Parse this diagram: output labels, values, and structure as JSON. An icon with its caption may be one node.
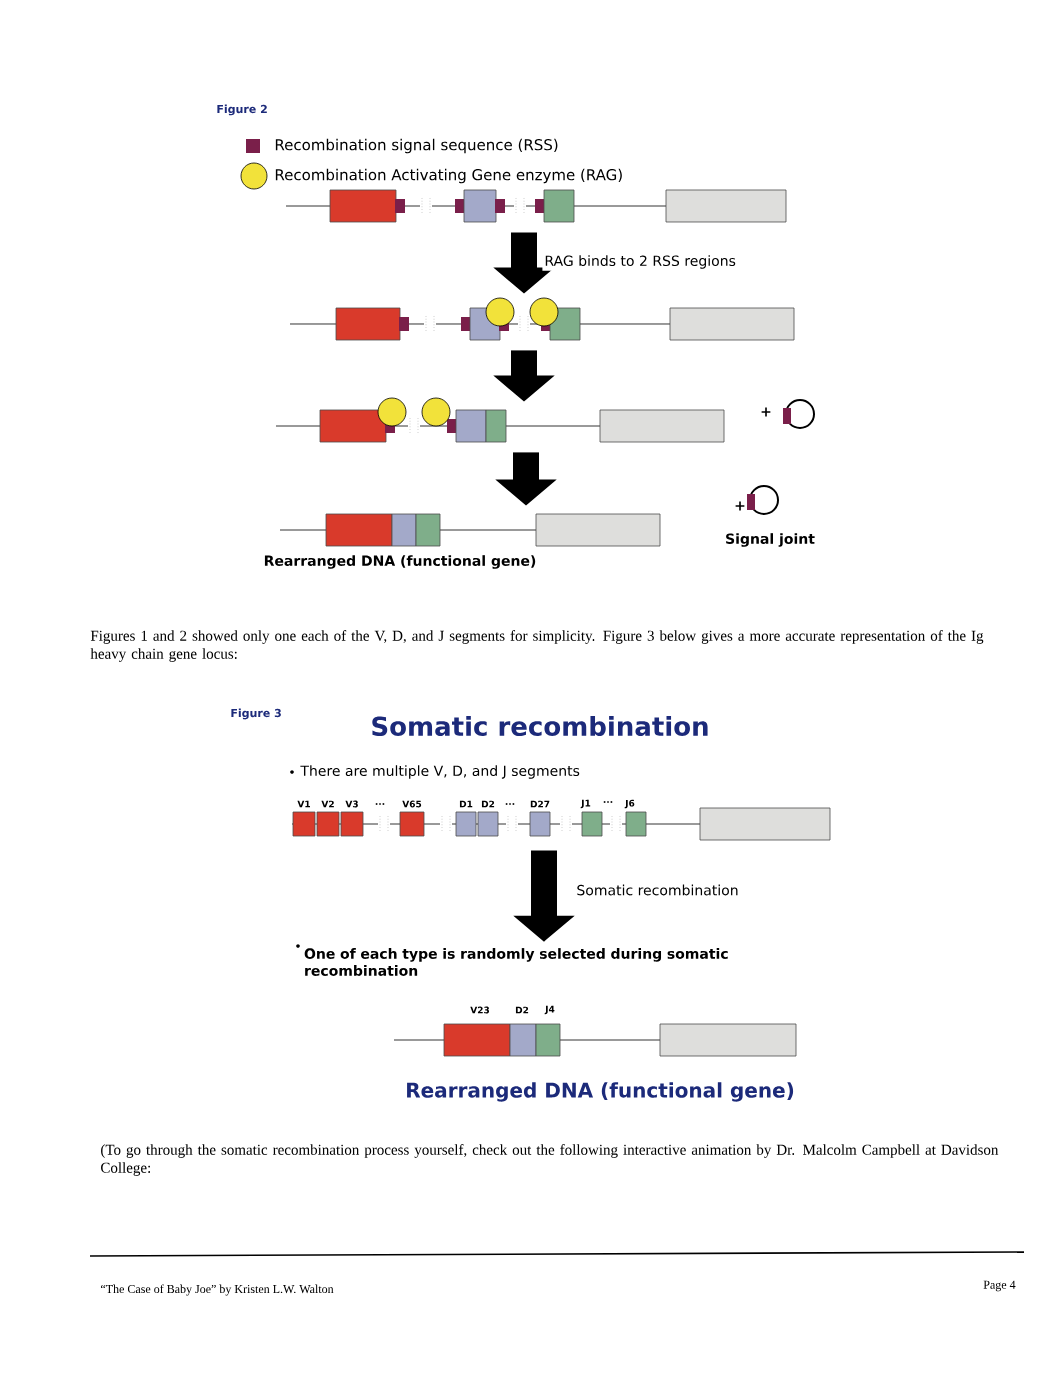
{
  "diagram": {
    "nodes": [
      {
        "text": [],
        "shape": "bar"
      },
      {
        "text": [],
        "shape": "bar"
      },
      {
        "text": [],
        "shape": "bar"
      },
      {
        "text": [],
        "shape": "bar",
        "beside": [
          "Rearranged DNA (functional gene)"
        ]
      },
      {
        "text": [],
        "shape": "bar"
      },
      {
        "text": [
          "One of each type is randomly selected during somatic recombination"
        ]
      },
      {
        "text": [],
        "shape": "bar",
        "beside": [
          "Rearranged DNA (functional gene)"
        ]
      }
    ],
    "edges": [
      {
        "from": 0,
        "to": 1,
        "arrow": "to",
        "label": "RAG binds to 2 RSS regions"
      },
      {
        "from": 1,
        "to": 2,
        "arrow": "to"
      },
      {
        "from": 2,
        "to": 3,
        "arrow": "to"
      },
      {
        "from": 4,
        "to": 5,
        "arrow": "to",
        "label": "Somatic recombination"
      }
    ],
    "labels": [
      "Figure 2",
      "+",
      "+",
      "Signal joint",
      "Figures 1 and 2 showed only one each of the V, D, and J segments for simplicity. Figure 3 below gives a more accurate representation of the Ig heavy chain gene locus:",
      "Figure 3",
      "Somatic recombination",
      "There are multiple V, D, and J segments",
      "V1",
      "V2",
      "V3",
      "...",
      "V65",
      "D1",
      "D2",
      "...",
      "D27",
      "J1",
      "...",
      "J6",
      "V23",
      "D2",
      "J4",
      "(To go through the somatic recombination process yourself, check out the following interactive animation by Dr. Malcolm Campbell at Davidson College:",
      "“The Case of Baby Joe” by Kristen L.W. Walton",
      "Page 4"
    ],
    "legend": [
      {
        "text": "Recombination signal sequence (RSS)",
        "color": "#7a1f4a"
      },
      {
        "text": "Recombination Activating Gene enzyme (RAG)",
        "color": "#f2e23a"
      }
    ]
  }
}
